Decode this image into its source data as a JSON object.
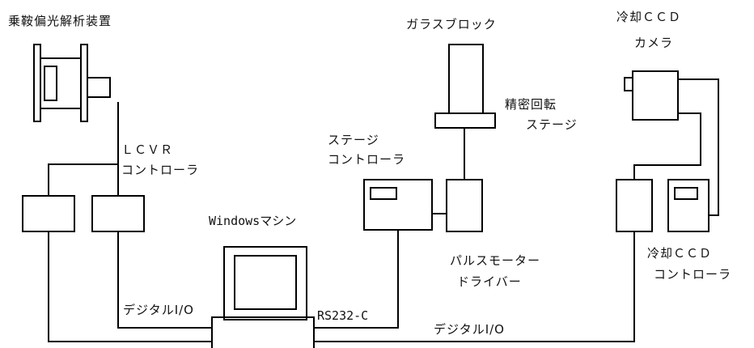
{
  "colors": {
    "line": "#000000",
    "background": "#ffffff",
    "text": "#111111"
  },
  "labels": {
    "ellipsometer": "乗鞍偏光解析装置",
    "glass_block": "ガラスブロック",
    "ccd_camera_1": "冷却ＣＣＤ",
    "ccd_camera_2": "カメラ",
    "precision_rotation_1": "精密回転",
    "precision_rotation_2": "ステージ",
    "stage_controller_1": "ステージ",
    "stage_controller_2": "コントローラ",
    "lcvr_1": "ＬＣＶＲ",
    "lcvr_2": "コントローラ",
    "windows_machine": "Windowsマシン",
    "pulse_motor_1": "パルスモーター",
    "pulse_motor_2": "ドライバー",
    "ccd_controller_1": "冷却ＣＣＤ",
    "ccd_controller_2": "コントローラ",
    "digital_io_left": "デジタルI/O",
    "rs232c": "RS232-C",
    "digital_io_right": "デジタルI/O"
  }
}
